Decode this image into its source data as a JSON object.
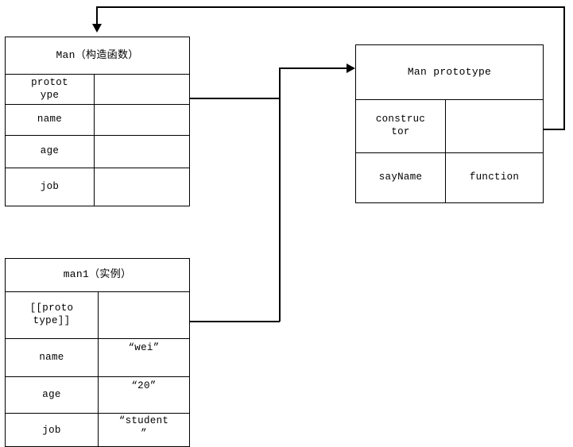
{
  "diagram": {
    "title": "JavaScript prototype chain diagram",
    "stroke_color": "#000000",
    "background_color": "#ffffff",
    "boxes": [
      {
        "id": "man-constructor",
        "header": "Man（构造函数）",
        "rows": [
          {
            "key": "protot\nype",
            "value": ""
          },
          {
            "key": "name",
            "value": ""
          },
          {
            "key": "age",
            "value": ""
          },
          {
            "key": "job",
            "value": ""
          }
        ]
      },
      {
        "id": "man-prototype",
        "header": "Man prototype",
        "rows": [
          {
            "key": "construc\ntor",
            "value": ""
          },
          {
            "key": "sayName",
            "value": "function"
          }
        ]
      },
      {
        "id": "man1-instance",
        "header": "man1（实例）",
        "rows": [
          {
            "key": "[[proto\ntype]]",
            "value": ""
          },
          {
            "key": "name",
            "value": "“wei”"
          },
          {
            "key": "age",
            "value": "“20”"
          },
          {
            "key": "job",
            "value": "“student\n”"
          }
        ]
      }
    ],
    "connections": [
      {
        "id": "prototype-to-man-prototype",
        "from": "man-constructor.prototype",
        "to": "man-prototype",
        "arrow": "right"
      },
      {
        "id": "instance-proto-to-man-prototype",
        "from": "man1-instance.[[prototype]]",
        "to": "man-prototype",
        "arrow": "right"
      },
      {
        "id": "constructor-to-man",
        "from": "man-prototype.constructor",
        "to": "man-constructor",
        "arrow": "down"
      }
    ]
  }
}
